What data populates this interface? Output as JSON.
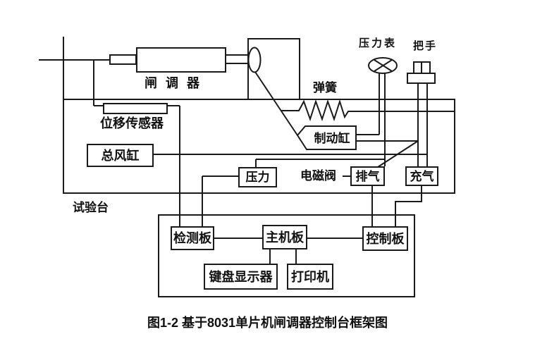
{
  "figure": {
    "caption": "图1-2  基于8031单片机闸调器控制台框架图"
  },
  "labels": {
    "brake_adjuster": "闸调器",
    "displacement_sensor": "位移传感器",
    "spring": "弹簧",
    "pressure_gauge": "压力表",
    "handle": "把手",
    "solenoid_valve": "电磁阀",
    "test_bench": "试验台"
  },
  "boxes": {
    "main_air_reservoir": "总风缸",
    "brake_cylinder": "制动缸",
    "pressure": "压力",
    "exhaust": "排气",
    "inflate": "充气",
    "detection_board": "检测板",
    "main_board": "主机板",
    "control_board": "控制板",
    "keyboard_display": "键盘显示器",
    "printer": "打印机"
  },
  "colors": {
    "line": "#1a1a1a",
    "text": "#111111",
    "background": "#ffffff"
  }
}
